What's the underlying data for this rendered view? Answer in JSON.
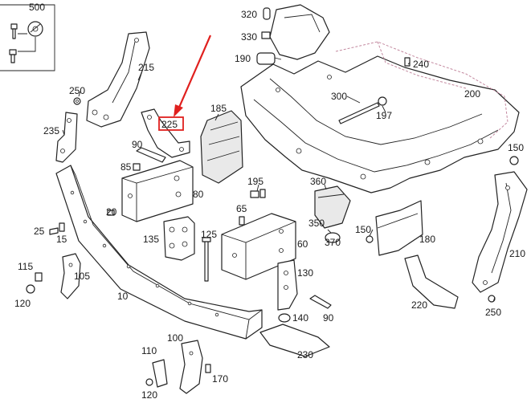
{
  "diagram": {
    "highlight_color": "#e0201e",
    "highlighted_part": "225",
    "inset_label": "500",
    "labels": {
      "p500": "500",
      "p320": "320",
      "p330": "330",
      "p190": "190",
      "p240": "240",
      "p215": "215",
      "p250a": "250",
      "p235": "235",
      "p225": "225",
      "p185": "185",
      "p300": "300",
      "p200": "200",
      "p197": "197",
      "p90a": "90",
      "p85": "85",
      "p80": "80",
      "p195": "195",
      "p360": "360",
      "p150a": "150",
      "p25": "25",
      "p15": "15",
      "p20": "20",
      "p135": "135",
      "p65": "65",
      "p125": "125",
      "p60": "60",
      "p350": "350",
      "p370": "370",
      "p150b": "150",
      "p180": "180",
      "p210": "210",
      "p115": "115",
      "p105": "105",
      "p120a": "120",
      "p10": "10",
      "p130": "130",
      "p90b": "90",
      "p140": "140",
      "p220": "220",
      "p250b": "250",
      "p230": "230",
      "p110": "110",
      "p100": "100",
      "p170": "170",
      "p120b": "120"
    }
  }
}
